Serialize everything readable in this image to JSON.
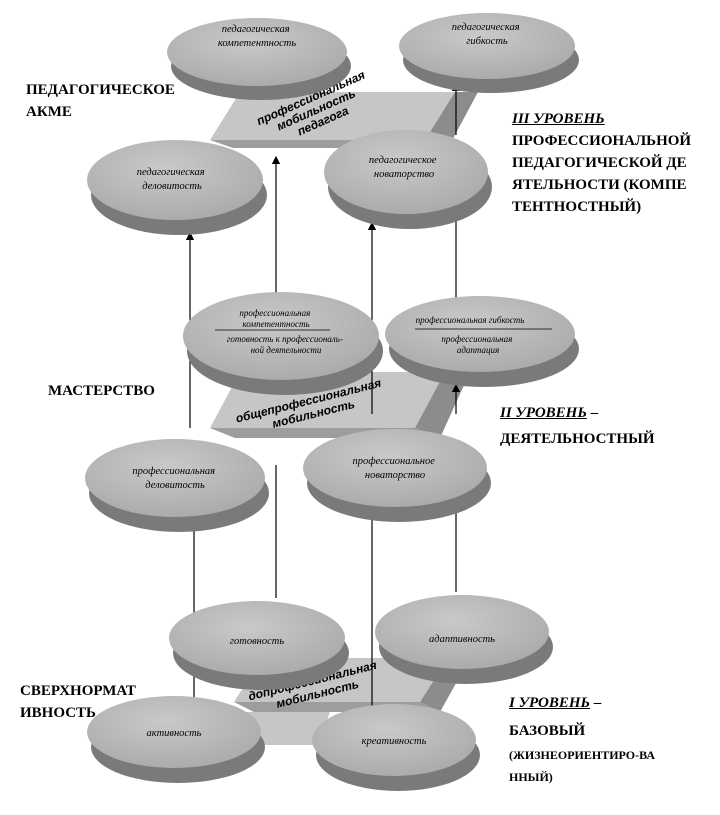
{
  "levels": {
    "top_label": "ПЕДАГОГИЧЕСКОЕ АКМЕ",
    "mid_label": "МАСТЕРСТВО",
    "bottom_label": "СВЕРХНОРМАТИВНОСТЬ",
    "level3_title": "III УРОВЕНЬ",
    "level3_desc": "ПРОФЕССИОНАЛЬНОЙ ПЕДАГОГИЧЕСКОЙ ДЕЯТЕЛЬНОСТИ (КОМПЕТЕНТНОСТНЫЙ)",
    "level2_title": "II УРОВЕНЬ",
    "level2_dash": "–",
    "level2_desc": "ДЕЯТЕЛЬНОСТНЫЙ",
    "level1_title": "I УРОВЕНЬ",
    "level1_dash": "–",
    "level1_desc": "БАЗОВЫЙ",
    "level1_note": "(ЖИЗНЕОРИЕНТИРО-ВАННЫЙ)"
  },
  "planes": {
    "top": "профессиональная мобильность педагога",
    "mid": "общепрофессиональная мобильность",
    "bottom": "допрофессиональная мобильность"
  },
  "ellipses": {
    "ped_competence": "педагогическая компетентность",
    "ped_flexibility": "педагогическая гибкость",
    "ped_business": "педагогическая деловитость",
    "ped_innovation": "педагогическое новаторство",
    "prof_competence_a": "профессиональная компетентность",
    "prof_competence_b": "готовность к профессиональной деятельности",
    "prof_flexibility_a": "профессиональная гибкость",
    "prof_flexibility_b": "профессиональная адаптация",
    "prof_business": "профессиональная деловитость",
    "prof_innovation": "профессиональное новаторство",
    "readiness": "готовность",
    "adaptivity": "адаптивность",
    "activity": "активность",
    "creativity": "креативность"
  },
  "colors": {
    "ellipse_fill": "#b9b9b9",
    "ellipse_shadow": "#7a7a7a",
    "plane_fill": "#c6c6c6",
    "plane_shadow": "#8c8c8c"
  }
}
